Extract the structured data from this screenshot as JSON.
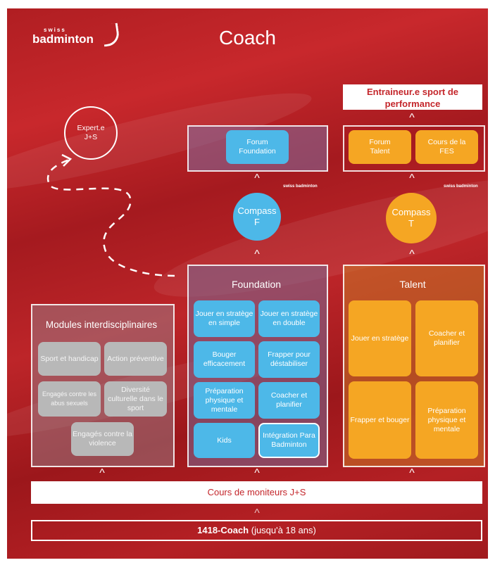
{
  "header": {
    "logo_small": "swiss",
    "logo_big": "badminton",
    "title": "Coach"
  },
  "expert": {
    "line1": "Expert.e",
    "line2": "J+S"
  },
  "performance": {
    "line1": "Entraineur.e sport de",
    "line2": "performance"
  },
  "forum_foundation": {
    "label_line1": "Forum",
    "label_line2": "Foundation"
  },
  "forum_talent": {
    "talent_line1": "Forum",
    "talent_line2": "Talent",
    "fes_line1": "Cours de la",
    "fes_line2": "FES"
  },
  "compass_f": {
    "line1": "Compass",
    "line2": "F"
  },
  "compass_t": {
    "line1": "Compass",
    "line2": "T"
  },
  "foundation": {
    "title": "Foundation",
    "items": [
      "Jouer en stratège en simple",
      "Jouer en stratège en double",
      "Bouger efficacement",
      "Frapper pour déstabiliser",
      "Préparation physique et mentale",
      "Coacher et planifier",
      "Kids",
      "Intégration Para Badminton"
    ]
  },
  "talent": {
    "title": "Talent",
    "items": [
      "Jouer en stratège",
      "Coacher et planifier",
      "Frapper et bouger",
      "Préparation physique et mentale"
    ]
  },
  "modules": {
    "title": "Modules interdisciplinaires",
    "items": [
      "Sport et handicap",
      "Action préventive",
      "Engagés contre les abus sexuels",
      "Diversité culturelle dans le sport",
      "Engagés contre la violence"
    ]
  },
  "moniteurs": {
    "label": "Cours de moniteurs J+S"
  },
  "coach1418": {
    "label_bold": "1418-Coach",
    "label_rest": " (jusqu'à 18 ans)"
  },
  "mini_logo": "swiss badminton",
  "chevron_char": "^",
  "colors": {
    "background": "#b01e22",
    "blue": "#4db8e8",
    "orange": "#f5a623",
    "grey": "#b8b8b8",
    "accent_text": "#c4262b"
  }
}
